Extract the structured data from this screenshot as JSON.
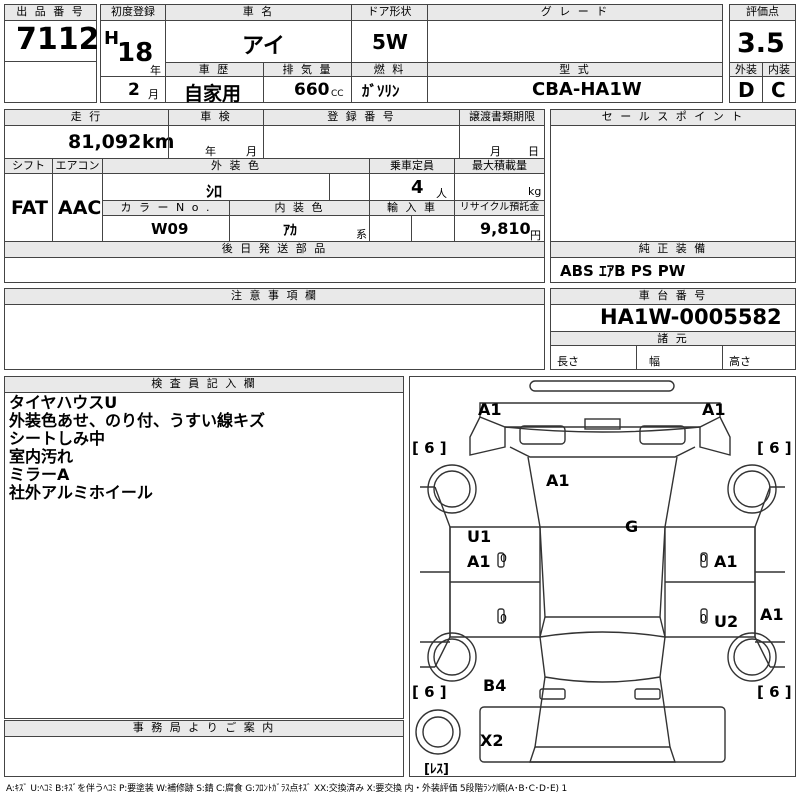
{
  "header": {
    "lot_label": "出 品 番 号",
    "lot_no": "7112",
    "first_reg_label": "初度登録",
    "era": "H",
    "year": "18",
    "year_unit": "年",
    "month": "2",
    "month_unit": "月",
    "car_name_label": "車 名",
    "car_name": "アイ",
    "door_label": "ドア形状",
    "door": "5W",
    "grade_label": "グ レ ー ド",
    "grade": "",
    "score_label": "評価点",
    "score": "3.5",
    "history_label": "車 歴",
    "history": "自家用",
    "displacement_label": "排 気 量",
    "displacement": "660",
    "displacement_unit": "CC",
    "fuel_label": "燃 料",
    "fuel": "ｶﾞｿﾘﾝ",
    "model_label": "型 式",
    "model": "CBA-HA1W",
    "exterior_label": "外装",
    "exterior_grade": "D",
    "interior_label": "内装",
    "interior_grade": "C"
  },
  "row2": {
    "mileage_label": "走 行",
    "mileage": "81,092",
    "mileage_unit": "km",
    "inspection_label": "車 検",
    "inspection_year_unit": "年",
    "inspection_month_unit": "月",
    "reg_no_label": "登 録 番 号",
    "reg_no": "",
    "transfer_label": "譲渡書類期限",
    "transfer_month_unit": "月",
    "transfer_day_unit": "日",
    "sales_point_label": "セ ー ル ス ポ イ ン ト"
  },
  "row3": {
    "shift_label": "シフト",
    "shift": "FAT",
    "ac_label": "エアコン",
    "ac": "AAC",
    "ext_color_label": "外 装 色",
    "ext_color": "ｼﾛ",
    "capacity_label": "乗車定員",
    "capacity": "4",
    "capacity_unit": "人",
    "load_label": "最大積載量",
    "load_unit": "kg",
    "color_no_label": "カ ラ ー N o .",
    "color_no": "W09",
    "int_color_label": "内 装 色",
    "int_color": "ｱｶ",
    "int_color_unit": "系",
    "import_label": "輸 入 車",
    "recycle_label": "リサイクル預託金",
    "recycle": "9,810",
    "recycle_unit": "円"
  },
  "parts": {
    "label": "後 日 発 送 部 品",
    "value": ""
  },
  "equipment": {
    "label": "純 正 装 備",
    "value": "ABS ｴｱB PS PW"
  },
  "notes": {
    "label": "注 意 事 項 欄",
    "value": ""
  },
  "chassis": {
    "label": "車 台 番 号",
    "value": "HA1W-0005582",
    "specs_label": "諸 元",
    "length": "長さ",
    "width": "幅",
    "height": "高さ"
  },
  "inspector": {
    "label": "検 査 員 記 入 欄",
    "lines": [
      "タイヤハウスU",
      "外装色あせ、のり付、うすい線キズ",
      "シートしみ中",
      "室内汚れ",
      "ミラーA",
      "社外アルミホイール"
    ]
  },
  "office": {
    "label": "事 務 局 よ り ご 案 内",
    "value": ""
  },
  "diagram": {
    "marks": [
      "A1",
      "A1",
      "A1",
      "G",
      "U1",
      "A1",
      "A1",
      "U2",
      "A1",
      "B4",
      "X2"
    ],
    "tires": [
      "[ 6 ]",
      "[ 6 ]",
      "[ 6 ]",
      "[ 6 ]"
    ],
    "spare": "[ﾚｽ]",
    "zeros": [
      "0",
      "0",
      "0",
      "0"
    ]
  },
  "legend": "A:ｷｽﾞ U:ﾍｺﾐ B:ｷｽﾞを伴うﾍｺﾐ P:要塗装 W:補修跡 S:錆 C:腐食 G:ﾌﾛﾝﾄｶﾞﾗｽ点ｷｽﾞ XX:交換済み X:要交換  内・外装評価 5段階ﾗﾝｸ順(A･B･C･D･E) 1"
}
